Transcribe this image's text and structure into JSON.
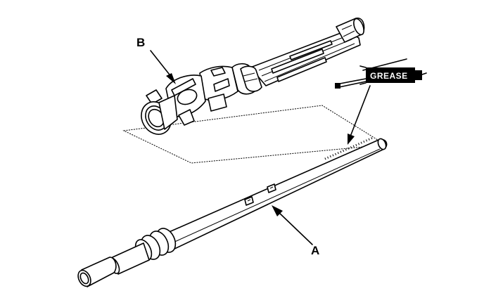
{
  "callouts": {
    "a": "A",
    "b": "B"
  },
  "grease_label": "GREASE",
  "colors": {
    "ink": "#000000",
    "paper": "#ffffff"
  },
  "icons": [
    "grease-gun-icon"
  ]
}
